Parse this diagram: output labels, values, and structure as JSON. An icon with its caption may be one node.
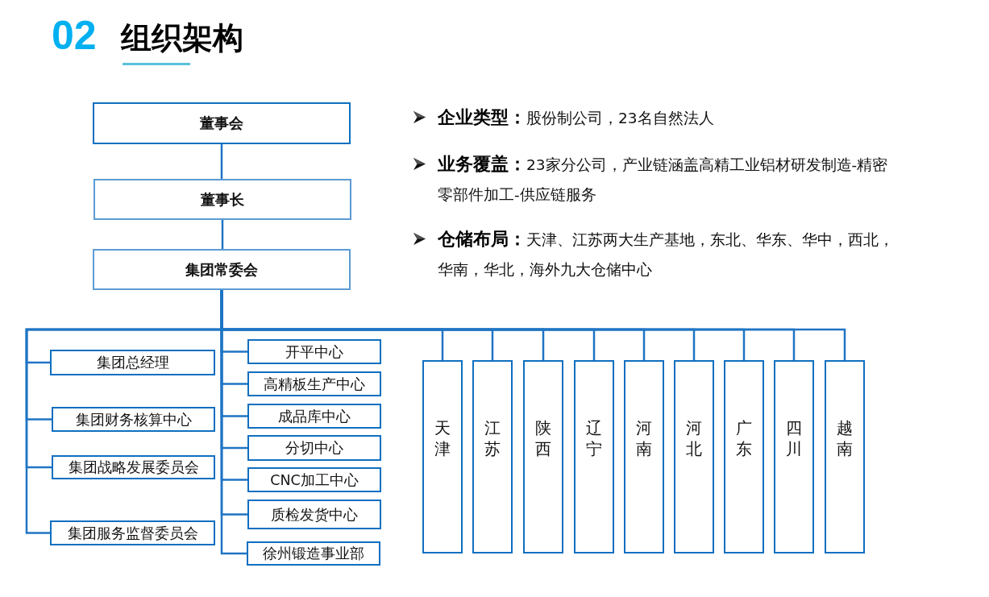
{
  "diagram": {
    "title": "组织架构",
    "nodes": [
      {
        "text": [
          "董事会"
        ]
      },
      {
        "text": [
          "董事长"
        ]
      },
      {
        "text": [
          "集团常委会"
        ]
      },
      {
        "text": [
          "集团总经理"
        ]
      },
      {
        "text": [
          "集团财务核算中心"
        ]
      },
      {
        "text": [
          "集团战略发展委员会"
        ]
      },
      {
        "text": [
          "集团服务监督委员会"
        ]
      },
      {
        "text": [
          "开平中心"
        ]
      },
      {
        "text": [
          "高精板生产中心"
        ]
      },
      {
        "text": [
          "成品库中心"
        ]
      },
      {
        "text": [
          "分切中心"
        ]
      },
      {
        "text": [
          "CNC加工中心"
        ]
      },
      {
        "text": [
          "质检发货中心"
        ]
      },
      {
        "text": [
          "徐州锻造事业部"
        ]
      },
      {
        "text": [
          "天津"
        ]
      },
      {
        "text": [
          "江苏"
        ]
      },
      {
        "text": [
          "陕西"
        ]
      },
      {
        "text": [
          "辽宁"
        ]
      },
      {
        "text": [
          "河南"
        ]
      },
      {
        "text": [
          "河北"
        ]
      },
      {
        "text": [
          "广东"
        ]
      },
      {
        "text": [
          "四川"
        ]
      },
      {
        "text": [
          "越南"
        ]
      }
    ],
    "edges": [
      {
        "from": 0,
        "to": 1,
        "arrow": "none"
      },
      {
        "from": 1,
        "to": 2,
        "arrow": "none"
      },
      {
        "from": 2,
        "to": 3,
        "arrow": "none"
      },
      {
        "from": 2,
        "to": 4,
        "arrow": "none"
      },
      {
        "from": 2,
        "to": 5,
        "arrow": "none"
      },
      {
        "from": 2,
        "to": 6,
        "arrow": "none"
      },
      {
        "from": 2,
        "to": 7,
        "arrow": "none"
      },
      {
        "from": 2,
        "to": 8,
        "arrow": "none"
      },
      {
        "from": 2,
        "to": 9,
        "arrow": "none"
      },
      {
        "from": 2,
        "to": 10,
        "arrow": "none"
      },
      {
        "from": 2,
        "to": 11,
        "arrow": "none"
      },
      {
        "from": 2,
        "to": 12,
        "arrow": "none"
      },
      {
        "from": 2,
        "to": 13,
        "arrow": "none"
      },
      {
        "from": 2,
        "to": 14,
        "arrow": "none"
      },
      {
        "from": 2,
        "to": 15,
        "arrow": "none"
      },
      {
        "from": 2,
        "to": 16,
        "arrow": "none"
      },
      {
        "from": 2,
        "to": 17,
        "arrow": "none"
      },
      {
        "from": 2,
        "to": 18,
        "arrow": "none"
      },
      {
        "from": 2,
        "to": 19,
        "arrow": "none"
      },
      {
        "from": 2,
        "to": 20,
        "arrow": "none"
      },
      {
        "from": 2,
        "to": 21,
        "arrow": "none"
      },
      {
        "from": 2,
        "to": 22,
        "arrow": "none"
      }
    ],
    "labels": [
      "02",
      "**企业类型：**股份制公司，23名自然法人",
      "**业务覆盖：**23家分公司，产业链涵盖高精工业铝材研发制造-精密零部件加工-供应链服务",
      "**仓储布局：**天津、江苏两大生产基地，东北、华东、华中，西北，华南，华北，海外九大仓储中心"
    ]
  }
}
